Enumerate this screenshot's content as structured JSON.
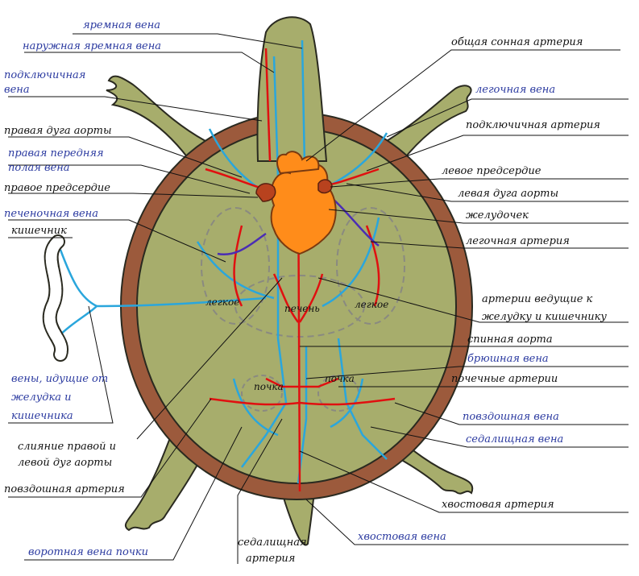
{
  "colors": {
    "shell": "#9c5a3c",
    "body": "#a7ad6c",
    "body_outline": "#2a2a20",
    "artery": "#e01010",
    "vein": "#2aa6dc",
    "portal": "#4a2db4",
    "heart": "#ff8c1a",
    "label_blue": "#2b3aa0",
    "label_black": "#111111"
  },
  "labels": {
    "yaremnaya_vena": "яремная вена",
    "naruzhnaya_yaremnaya_vena": "наружная яремная вена",
    "podklyuchichnaya_vena_1": "подключичная",
    "podklyuchichnaya_vena_2": "вена",
    "pravaya_duga_aorty": "правая дуга аорты",
    "pravaya_perednyaya_1": "правая передняя",
    "pravaya_perednyaya_2": "полая вена",
    "pravoe_predserdie": "правое предсердие",
    "pechenochnaya_vena": "печеночная вена",
    "kishechnik": "кишечник",
    "veny_1": "вены, идущие от",
    "veny_2": "желудка и",
    "veny_3": "кишечника",
    "sliyanie_1": "слияние правой и",
    "sliyanie_2": "левой дуг аорты",
    "povzdoshnaya_arteriya": "повздошная артерия",
    "vorotnaya_vena_pochki": "воротная вена почки",
    "sedalischnaya_arteriya_1": "седалищная",
    "sedalischnaya_arteriya_2": "артерия",
    "obschaya_sonnaya_arteriya": "общая сонная артерия",
    "legochnaya_vena": "легочная вена",
    "podklyuchichnaya_arteriya": "подключичная артерия",
    "levoe_predserdie": "левое предсердие",
    "levaya_duga_aorty": "левая дуга аорты",
    "zheludochek": "желудочек",
    "legochnaya_arteriya": "легочная артерия",
    "arterii_1": "артерии ведущие к",
    "arterii_2": "желудку и кишечнику",
    "spinnaya_aorta": "спинная аорта",
    "bryushnaya_vena": "брюшная вена",
    "pochechnye_arterii": "почечные артерии",
    "povzdoshnaya_vena": "повздошная вена",
    "sedalischnaya_vena": "седалищная вена",
    "hvostovaya_arteriya": "хвостовая артерия",
    "hvostovaya_vena": "хвостовая вена",
    "legkoe_left": "легкое",
    "legkoe_right": "легкое",
    "pechen": "печень",
    "pochka_left": "почка",
    "pochka_right": "почка"
  }
}
